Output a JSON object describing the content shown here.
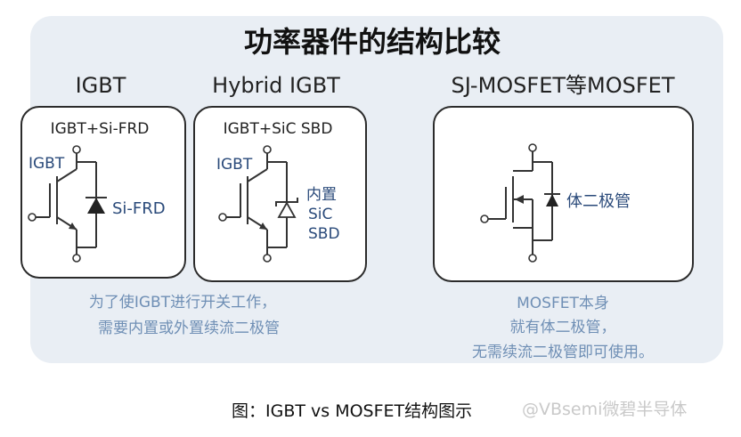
{
  "title": "功率器件的结构比较",
  "columns": [
    {
      "heading": "IGBT",
      "box_label": "IGBT+Si-FRD",
      "device_label": "IGBT",
      "diode_label": "Si-FRD",
      "note_lines": [
        "为了使IGBT进行开关工作，",
        "需要内置或外置续流二极管"
      ]
    },
    {
      "heading": "Hybrid IGBT",
      "box_label": "IGBT+SiC SBD",
      "device_label": "IGBT",
      "diode_label_lines": [
        "内置",
        "SiC",
        "SBD"
      ]
    },
    {
      "heading": "SJ-MOSFET等MOSFET",
      "diode_label": "体二极管",
      "note_lines": [
        "MOSFET本身",
        "就有体二极管，",
        "无需续流二极管即可使用。"
      ]
    }
  ],
  "caption": "图：IGBT vs MOSFET结构图示",
  "watermark": "@VBsemi微碧半导体",
  "colors": {
    "panel_bg": "#e9eef4",
    "box_stroke": "#2b2b2b",
    "note_text": "#6f8fb5",
    "diode_label": "#2a4a7a",
    "wire": "#333333"
  },
  "icons": [
    "igbt-symbol-icon",
    "diode-symbol-icon",
    "schottky-diode-symbol-icon",
    "mosfet-symbol-icon"
  ]
}
